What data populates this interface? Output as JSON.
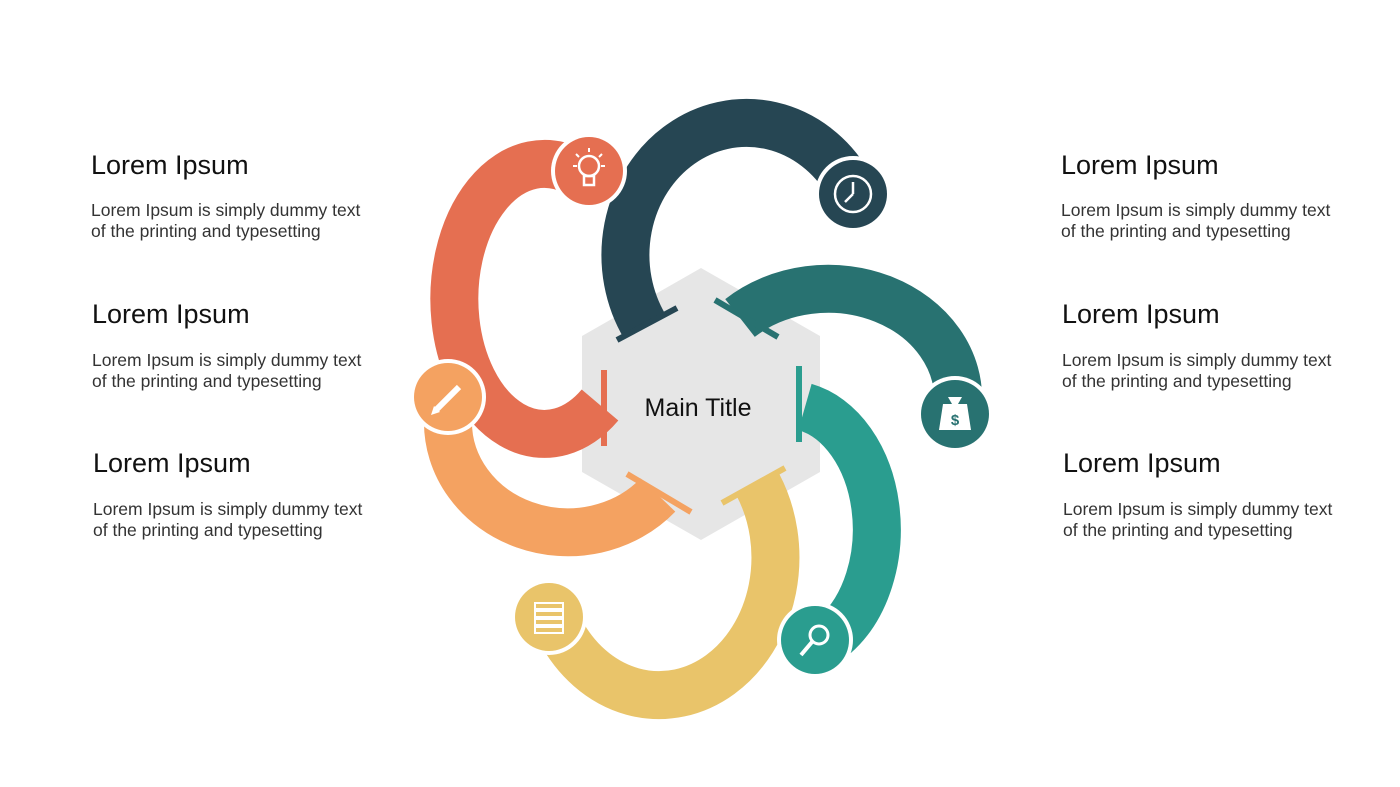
{
  "center": {
    "title": "Main Title"
  },
  "blocks": [
    {
      "heading": "Lorem Ipsum",
      "body": "Lorem Ipsum is simply dummy text\nof the printing and typesetting"
    },
    {
      "heading": "Lorem Ipsum",
      "body": "Lorem Ipsum is simply dummy text\nof the printing and typesetting"
    },
    {
      "heading": "Lorem Ipsum",
      "body": "Lorem Ipsum is simply dummy text\nof the printing and typesetting"
    },
    {
      "heading": "Lorem Ipsum",
      "body": "Lorem Ipsum is simply dummy text\nof the printing and typesetting"
    },
    {
      "heading": "Lorem Ipsum",
      "body": "Lorem Ipsum is simply dummy text\nof the printing and typesetting"
    },
    {
      "heading": "Lorem Ipsum",
      "body": "Lorem Ipsum is simply dummy text\nof the printing and typesetting"
    }
  ],
  "segments": [
    {
      "icon": "lightbulb-icon",
      "color": "#E56F51"
    },
    {
      "icon": "clock-icon",
      "color": "#264653"
    },
    {
      "icon": "money-bag-icon",
      "color": "#287271"
    },
    {
      "icon": "magnifier-icon",
      "color": "#2A9D8F"
    },
    {
      "icon": "coins-icon",
      "color": "#E9C46A"
    },
    {
      "icon": "pencil-icon",
      "color": "#F4A261"
    }
  ],
  "hexagon_color": "#E6E6E6"
}
